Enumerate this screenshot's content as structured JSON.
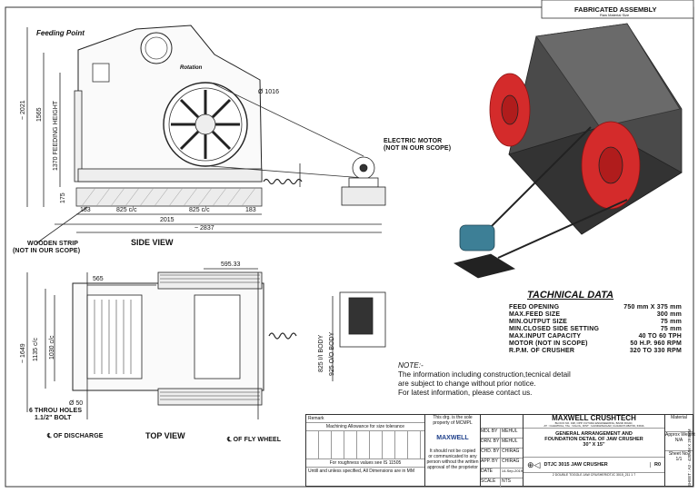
{
  "sheet_label": "FABRICATED ASSEMBLY",
  "sheet_sublabel": "Raw Material Size",
  "side_view": {
    "feeding_point": "Feeding Point",
    "rotation": "Rotation",
    "flywheel_dia": "Ø 1016",
    "electric_motor": "ELECTRIC MOTOR",
    "not_in_scope": "(NOT IN OUR SCOPE)",
    "dim_2021": "~ 2021",
    "dim_1565": "1565",
    "dim_feeding_height": "1370 FEEDING HEIGHT",
    "dim_175": "175",
    "dim_183a": "183",
    "dim_825a": "825 c/c",
    "dim_825b": "825 c/c",
    "dim_183b": "183",
    "dim_2015": "2015",
    "dim_2837": "~ 2837",
    "wooden_strip": "WOODEN STRIP",
    "wooden_not_scope": "(NOT IN OUR SCOPE)",
    "title": "SIDE VIEW"
  },
  "top_view": {
    "dim_595": "595.33",
    "dim_565": "565",
    "dim_1649": "~ 1649",
    "dim_1135": "1135 c/c",
    "dim_1030": "1030 c/c",
    "dim_825_body": "825 I/I BODY",
    "dim_925_body": "925 O/O BODY",
    "bolt_dia": "Ø 50",
    "through_holes": "6 THROU HOLES",
    "bolt": "1.1/2\" BOLT",
    "discharge": "℄ OF DISCHARGE",
    "title": "TOP VIEW",
    "flywheel": "℄ OF FLY WHEEL"
  },
  "tech": {
    "title": "TACHNICAL DATA",
    "rows": [
      {
        "label": "FEED OPENING",
        "value": "750 mm X 375 mm"
      },
      {
        "label": "MAX.FEED SIZE",
        "value": "300 mm"
      },
      {
        "label": "MIN.OUTPUT SIZE",
        "value": "75 mm"
      },
      {
        "label": "MIN.CLOSED SIDE SETTING",
        "value": "75 mm"
      },
      {
        "label": "MAX.INPUT CAPACITY",
        "value": "40 TO 60 TPH"
      },
      {
        "label": "MOTOR (NOT IN SCOPE)",
        "value": "50 H.P. 960 RPM"
      },
      {
        "label": "R.P.M. OF CRUSHER",
        "value": "320 TO 330 RPM"
      }
    ]
  },
  "note": {
    "heading": "NOTE:-",
    "lines": [
      "The information including construction,tecnical detail",
      "are subject to change without prior notice.",
      "For latest information, please contact us."
    ]
  },
  "title_block": {
    "company": "MAXWELL CRUSHTECH",
    "address1": "BLOCK NO. 198, OPP. FUTURA ENGINEERING, BAND ROAD,",
    "address2": "AT : CHHATRAL, TAL : KALOL, DIST : GANDHINAGAR, GUJARAT-382729, INDIA",
    "property1": "This drg. is the sole",
    "property2": "property of MCMPL",
    "logo": "MAXWELL",
    "copy_notice": [
      "It should not be copied",
      "or communicated to any",
      "person without the written",
      "approval of the proprietor"
    ],
    "roles": [
      {
        "role": "MDL BY",
        "name": "MEHUL"
      },
      {
        "role": "DRN. BY",
        "name": "MEHUL"
      },
      {
        "role": "CHD. BY",
        "name": "CHIRAG"
      },
      {
        "role": "APP. BY",
        "name": "CHIRAG"
      },
      {
        "role": "DATE",
        "name": "14-Sep-2019"
      },
      {
        "role": "SCALE",
        "name": "NTS"
      }
    ],
    "drawing_title": [
      "GENERAL ARRANGEMENT AND",
      "FOUNDATION DETAIL OF JAW CRUSHER",
      "30\" X 15\""
    ],
    "drawing_no": "DTJC 3015 JAW CRUSHER",
    "revision": "R0",
    "material": "Material",
    "weight": "Approx Weight",
    "weight_value": "N/A",
    "sheet_no": "Sheet No.",
    "sheet_value": "1/1",
    "file_ref": "2 DOUBLE TOGGLE JAW CRUSHER/DTJC 3015_211 1 7",
    "remark": "Remark",
    "tolerance_title": "Machining Allowance for size tolerance",
    "roughness_note": "For roughness values see IS 11505",
    "units_note": "Untill and unless specified, All Dimensions are in MM",
    "side_code": "SHEET : A3 - 420MM X 297MM"
  }
}
